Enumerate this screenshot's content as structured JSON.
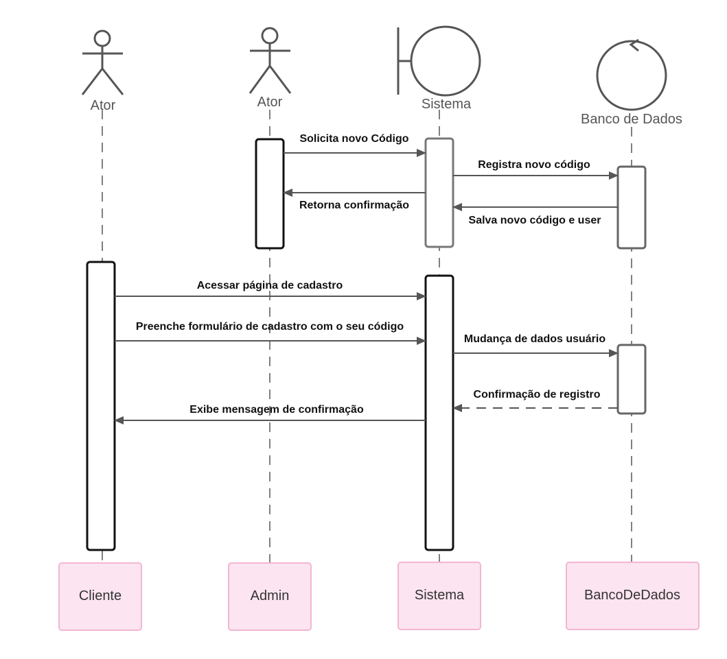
{
  "participants": {
    "cliente": {
      "icon_label": "Ator",
      "box_label": "Cliente"
    },
    "admin": {
      "icon_label": "Ator",
      "box_label": "Admin"
    },
    "sistema": {
      "icon_label": "Sistema",
      "box_label": "Sistema"
    },
    "banco": {
      "icon_label": "Banco de Dados",
      "box_label": "BancoDeDados"
    }
  },
  "icons": {
    "cliente": "actor-icon",
    "admin": "actor-icon",
    "sistema": "boundary-icon",
    "banco": "control-icon"
  },
  "messages": {
    "m1": "Solicita novo Código",
    "m2": "Registra novo código",
    "m3": "Retorna confirmação",
    "m4": "Salva novo código e user",
    "m5": "Acessar página de cadastro",
    "m6": "Preenche formulário de cadastro com o seu código",
    "m7": "Mudança de dados usuário",
    "m8": "Confirmação de registro",
    "m9": "Exibe mensagem de confirmação"
  },
  "colors": {
    "line": "#555555",
    "box_fill": "#fce4f0",
    "box_border": "#f2b6d3"
  }
}
